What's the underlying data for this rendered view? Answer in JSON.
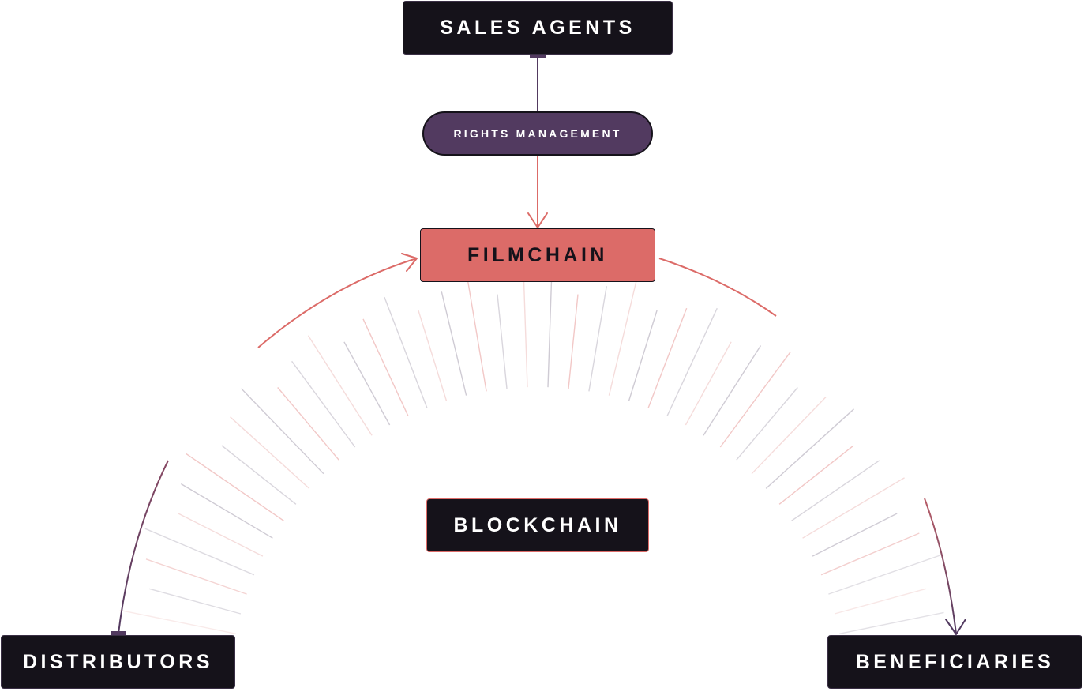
{
  "nodes": {
    "sales_agents": "SALES AGENTS",
    "rights_management": "RIGHTS MANAGEMENT",
    "filmchain": "FILMCHAIN",
    "blockchain": "BLOCKCHAIN",
    "distributors": "DISTRIBUTORS",
    "beneficiaries": "BENEFICIARIES"
  },
  "colors": {
    "dark": "#15121a",
    "purple": "#523a60",
    "coral": "#dc6b68",
    "white": "#ffffff"
  },
  "edges": [
    {
      "from": "sales_agents",
      "to": "rights_management",
      "style": "purple-line"
    },
    {
      "from": "rights_management",
      "to": "filmchain",
      "style": "coral-arrow"
    },
    {
      "from": "distributors",
      "to": "filmchain",
      "style": "purple-to-coral-arrow"
    },
    {
      "from": "filmchain",
      "to": "beneficiaries",
      "style": "coral-to-purple-arrow"
    }
  ]
}
